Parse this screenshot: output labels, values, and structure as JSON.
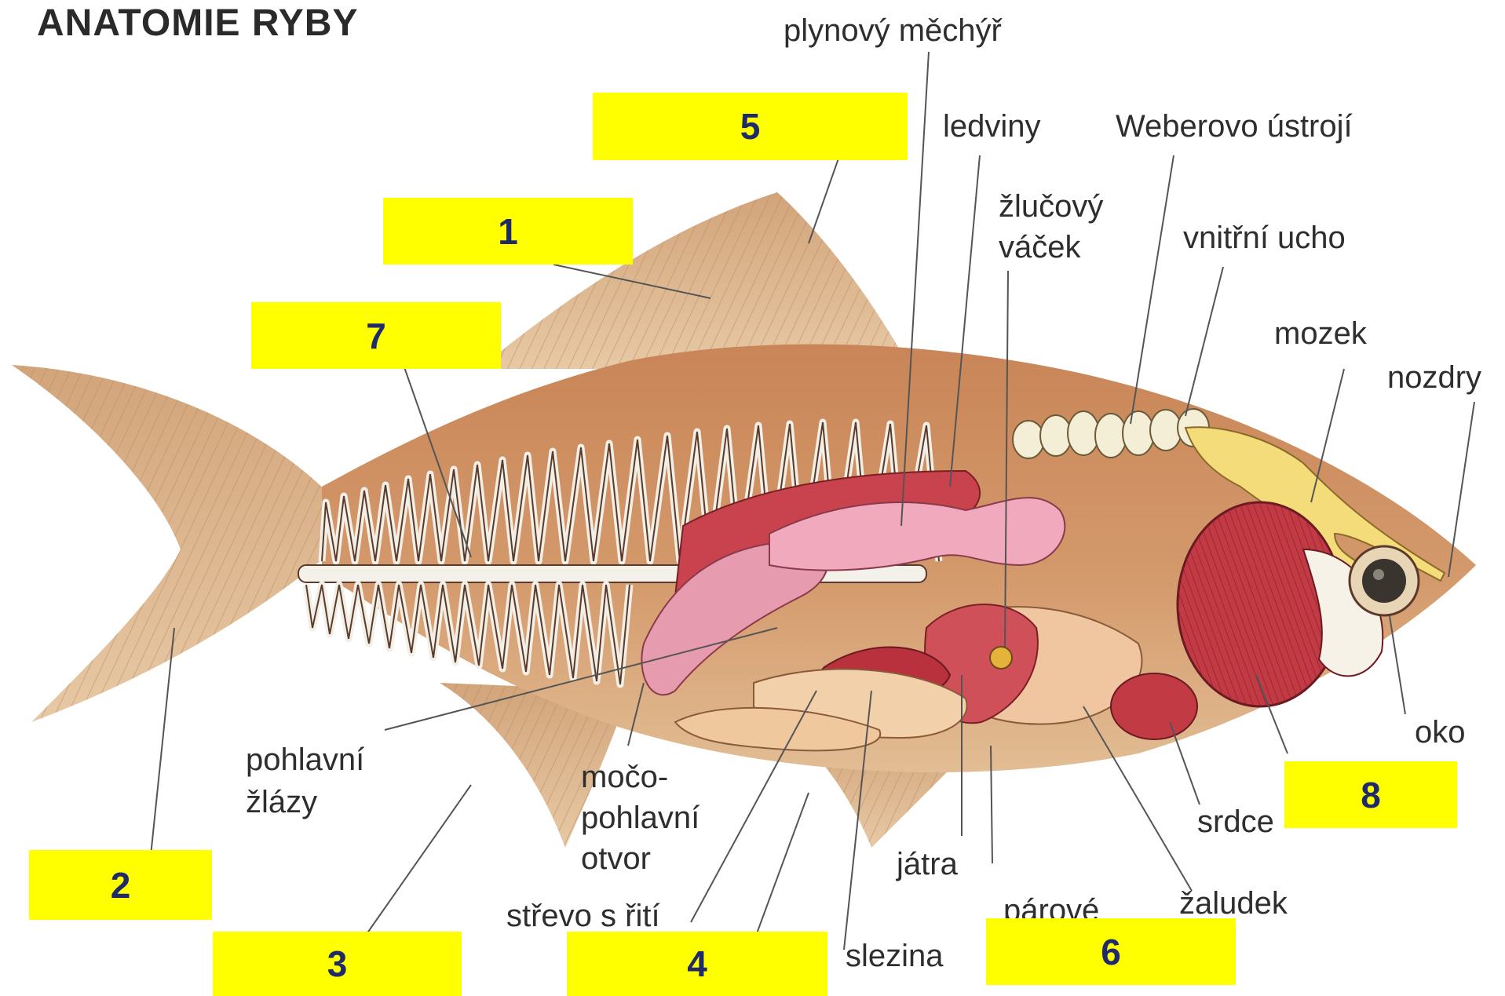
{
  "title": "ANATOMIE RYBY",
  "labels": {
    "plynovy_mechyr": "plynový měchýř",
    "ledviny": "ledviny",
    "weberovo": "Weberovo ústrojí",
    "zlucovy_1": "žlučový",
    "zlucovy_2": "váček",
    "vnitrni_ucho": "vnitřní ucho",
    "mozek": "mozek",
    "nozdry": "nozdry",
    "oko": "oko",
    "srdce": "srdce",
    "zaludek": "žaludek",
    "parove": "párové",
    "jatra": "játra",
    "slezina": "slezina",
    "strevo": "střevo s řití",
    "mocopohlavni_1": "močo-",
    "mocopohlavni_2": "pohlavní",
    "mocopohlavni_3": "otvor",
    "pohlavni_1": "pohlavní",
    "pohlavni_2": "žlázy"
  },
  "boxes": {
    "b1": "1",
    "b2": "2",
    "b3": "3",
    "b4": "4",
    "b5": "5",
    "b6": "6",
    "b7": "7",
    "b8": "8"
  },
  "colors": {
    "body": "#c98a5a",
    "fin": "#d9b08a",
    "organ_red": "#c8434d",
    "organ_pink": "#e79bae",
    "highlight": "#ffff00",
    "number": "#1f2a6b"
  }
}
